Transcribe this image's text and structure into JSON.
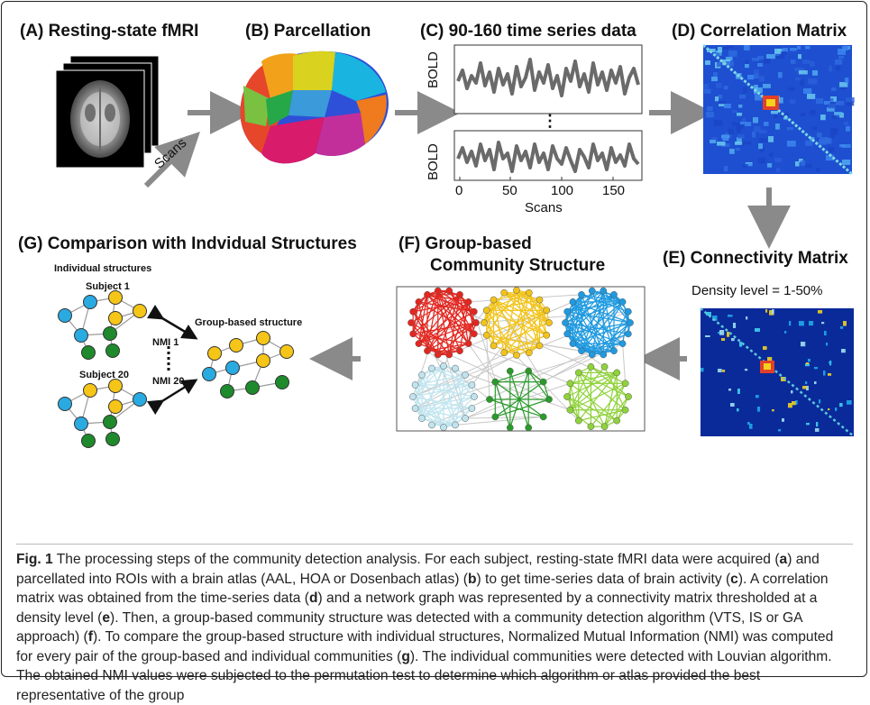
{
  "panels": {
    "a_title": "(A) Resting-state fMRI",
    "b_title": "(B) Parcellation",
    "c_title": "(C) 90-160 time series data",
    "d_title": "(D) Correlation Matrix",
    "e_title": "(E) Connectivity Matrix",
    "f_title_line1": "(F) Group-based",
    "f_title_line2": "Community Structure",
    "g_title": "(G) Comparison with Indvidual Structures"
  },
  "labels": {
    "scans_a": "Scans",
    "bold_top": "BOLD",
    "bold_bottom": "BOLD",
    "vdots": "⋮",
    "xaxis_scans": "Scans",
    "xticks": [
      "0",
      "50",
      "100",
      "150"
    ],
    "density": "Density level = 1-50%",
    "individual_structures": "Individual structures",
    "subject1": "Subject 1",
    "subject20": "Subject 20",
    "group_based_structure": "Group-based structure",
    "nmi1": "NMI 1",
    "nmi20": "NMI 20"
  },
  "colors": {
    "arrow_gray": "#8a8a8a",
    "community_red": "#e3261f",
    "community_yellow": "#f2c318",
    "community_blue": "#1f9ae0",
    "community_lightblue": "#bfe4ee",
    "community_green": "#2a9a2a",
    "community_lightgreen": "#8fd23a",
    "node_blue": "#29aae1",
    "node_yellow": "#f5c518",
    "node_green": "#1e8a2c",
    "matrix_bg": "#0a2a9a"
  },
  "caption": {
    "fig_label": "Fig. 1",
    "text_html": " The processing steps of the community detection analysis. For each subject, resting-state fMRI data were acquired (<b>a</b>) and parcellated into ROIs with a brain atlas (AAL, HOA or Dosenbach atlas) (<b>b</b>) to get time-series data of brain activity (<b>c</b>). A correlation matrix was obtained from the time-series data (<b>d</b>) and a network graph was represented by a connectivity matrix thresholded at a density level (<b>e</b>). Then, a group-based community structure was detected with a community detection algorithm (VTS, IS or GA approach) (<b>f</b>). To compare the group-based structure with individual structures, Normalized Mutual Information (NMI) was computed for every pair of the group-based and individual communities (<b>g</b>). The individual communities were detected with Louvian algorithm. The obtained NMI values were subjected to the permutation test to determine which algorithm or atlas provided the best representative of the group"
  }
}
